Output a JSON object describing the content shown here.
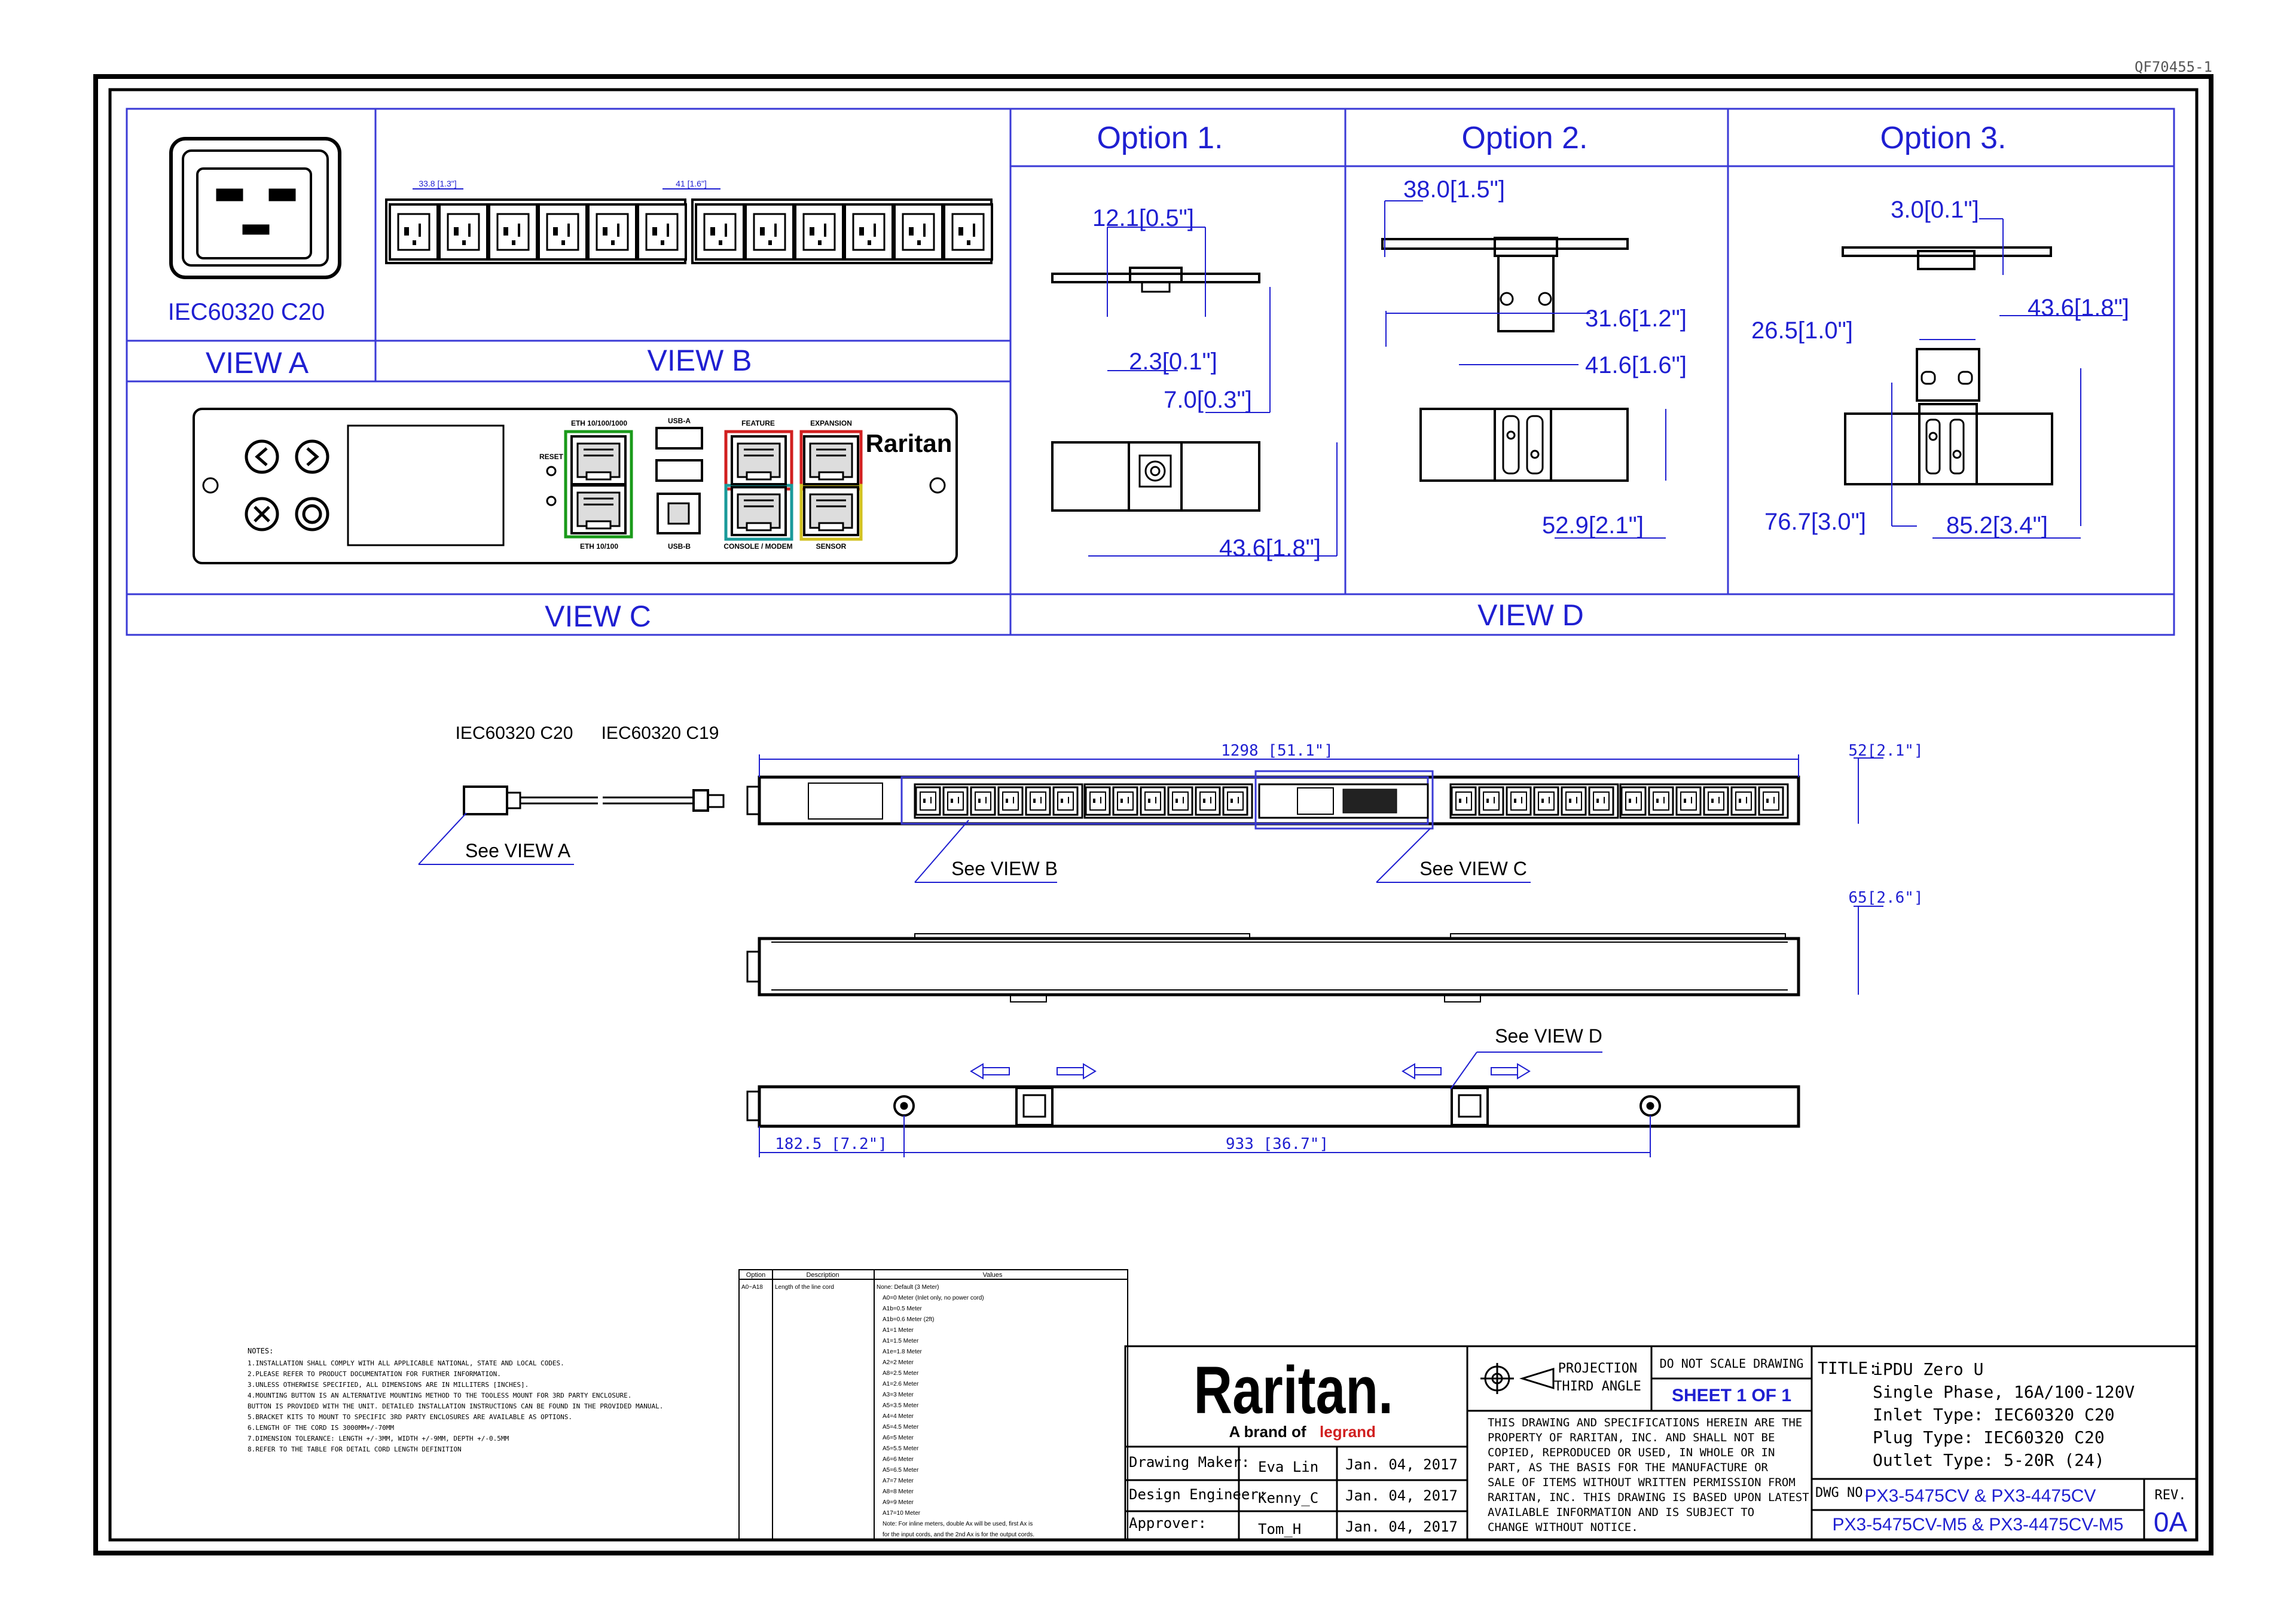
{
  "sheet": {
    "ref_id": "QF70455-1"
  },
  "views": {
    "view_a": {
      "label": "VIEW A",
      "inlet": "IEC60320 C20"
    },
    "view_b": {
      "label": "VIEW B",
      "dim_pitch1": "33.8 [1.3\"]",
      "dim_pitch2": "41 [1.6\"]"
    },
    "view_c": {
      "label": "VIEW C",
      "reset": "RESET",
      "eth1": "ETH 10/100/1000",
      "eth2": "ETH 10/100",
      "usba": "USB-A",
      "usbb": "USB-B",
      "feature": "FEATURE",
      "expansion": "EXPANSION",
      "console": "CONSOLE / MODEM",
      "sensor": "SENSOR",
      "brand": "Raritan"
    },
    "view_d": {
      "label": "VIEW D",
      "option1": {
        "title": "Option 1.",
        "d1": "12.1[0.5\"]",
        "d2": "2.3[0.1\"]",
        "d3": "7.0[0.3\"]",
        "d4": "43.6[1.8\"]"
      },
      "option2": {
        "title": "Option  2.",
        "d1": "38.0[1.5\"]",
        "d2": "31.6[1.2\"]",
        "d3": "41.6[1.6\"]",
        "d4": "52.9[2.1\"]"
      },
      "option3": {
        "title": "Option 3.",
        "d1": "3.0[0.1\"]",
        "d2": "43.6[1.8\"]",
        "d3": "26.5[1.0\"]",
        "d4": "76.7[3.0\"]",
        "d5": "85.2[3.4\"]"
      }
    }
  },
  "assembly": {
    "inlet_label": "IEC60320 C20",
    "connector_label": "IEC60320 C19",
    "see_view_a": "See VIEW A",
    "see_view_b": "See VIEW B",
    "see_view_c": "See VIEW C",
    "see_view_d": "See VIEW D",
    "length_dim": "1298  [51.1\"]",
    "width_dim": "52[2.1\"]",
    "depth_dim": "65[2.6\"]",
    "offset_dim": "182.5  [7.2\"]",
    "mount_dim": "933  [36.7\"]"
  },
  "option_table": {
    "headers": [
      "Option",
      "Description",
      "Values"
    ],
    "option": "A0~A18",
    "description": "Length of the line cord",
    "values": [
      "None: Default (3 Meter)",
      "A0=0 Meter (Inlet only, no power cord)",
      "A1b=0.5 Meter",
      "A1b=0.6 Meter (2ft)",
      "A1=1 Meter",
      "A1=1.5 Meter",
      "A1e=1.8 Meter",
      "A2=2 Meter",
      "A8=2.5 Meter",
      "A1=2.6 Meter",
      "A3=3 Meter",
      "A5=3.5 Meter",
      "A4=4 Meter",
      "A5=4.5 Meter",
      "A6=5 Meter",
      "A5=5.5 Meter",
      "A6=6 Meter",
      "A5=6.5 Meter",
      "A7=7 Meter",
      "A8=8 Meter",
      "A9=9 Meter",
      "A17=10 Meter",
      "Note: For inline meters, double Ax will be used, first Ax is",
      "for the input cords, and the 2nd Ax is for the output cords."
    ]
  },
  "notes": {
    "heading": "NOTES:",
    "items": [
      "1.INSTALLATION SHALL COMPLY WITH ALL APPLICABLE NATIONAL, STATE AND LOCAL CODES.",
      "2.PLEASE REFER TO PRODUCT DOCUMENTATION FOR FURTHER INFORMATION.",
      "3.UNLESS OTHERWISE SPECIFIED, ALL DIMENSIONS ARE IN MILLITERS [INCHES].",
      "4.MOUNTING BUTTON IS AN ALTERNATIVE MOUNTING METHOD TO THE TOOLESS MOUNT FOR 3RD PARTY ENCLOSURE.",
      "  BUTTON IS PROVIDED WITH THE UNIT. DETAILED INSTALLATION INSTRUCTIONS CAN BE FOUND IN THE PROVIDED MANUAL.",
      "5.BRACKET KITS TO MOUNT TO SPECIFIC 3RD PARTY ENCLOSURES ARE AVAILABLE AS OPTIONS.",
      "6.LENGTH OF THE CORD IS 3000MM+/-70MM",
      "7.DIMENSION TOLERANCE: LENGTH +/-3MM, WIDTH +/-9MM, DEPTH +/-0.5MM",
      "8.REFER TO THE TABLE FOR DETAIL CORD LENGTH DEFINITION"
    ]
  },
  "title_block": {
    "logo": "Raritan.",
    "brand_line": "A brand of",
    "brand_name": "legrand",
    "rows": [
      {
        "role": "Drawing Maker:",
        "name": "Eva Lin",
        "date": "Jan. 04, 2017"
      },
      {
        "role": "Design Engineer:",
        "name": "Kenny_C",
        "date": "Jan. 04, 2017"
      },
      {
        "role": "Approver:",
        "name": "Tom_H",
        "date": "Jan. 04, 2017"
      }
    ],
    "projection": "PROJECTION",
    "projection_angle": "THIRD ANGLE",
    "do_not_scale": "DO NOT SCALE DRAWING",
    "sheet": "SHEET 1 OF 1",
    "disclaimer": [
      "THIS DRAWING AND SPECIFICATIONS HEREIN ARE THE",
      "PROPERTY OF RARITAN, INC. AND SHALL NOT BE",
      "COPIED, REPRODUCED OR USED, IN WHOLE OR IN",
      "PART, AS THE BASIS FOR THE MANUFACTURE OR",
      "SALE OF ITEMS WITHOUT WRITTEN PERMISSION FROM",
      "RARITAN, INC. THIS DRAWING IS BASED UPON LATEST",
      "AVAILABLE INFORMATION AND IS SUBJECT TO",
      "CHANGE WITHOUT NOTICE."
    ],
    "title_label": "TITLE:",
    "title_lines": [
      "iPDU Zero U",
      "Single Phase, 16A/100-120V",
      "Inlet Type: IEC60320 C20",
      "Plug Type: IEC60320 C20",
      "Outlet Type: 5-20R (24)"
    ],
    "dwg_label": "DWG NO.",
    "dwg_no_1": "PX3-5475CV & PX3-4475CV",
    "dwg_no_2": "PX3-5475CV-M5 & PX3-4475CV-M5",
    "rev_label": "REV.",
    "rev": "0A"
  },
  "colors": {
    "frame": "#000000",
    "view_border": "#3a3ad6",
    "text_blue": "#1f1fd1",
    "drawing": "#000000"
  }
}
